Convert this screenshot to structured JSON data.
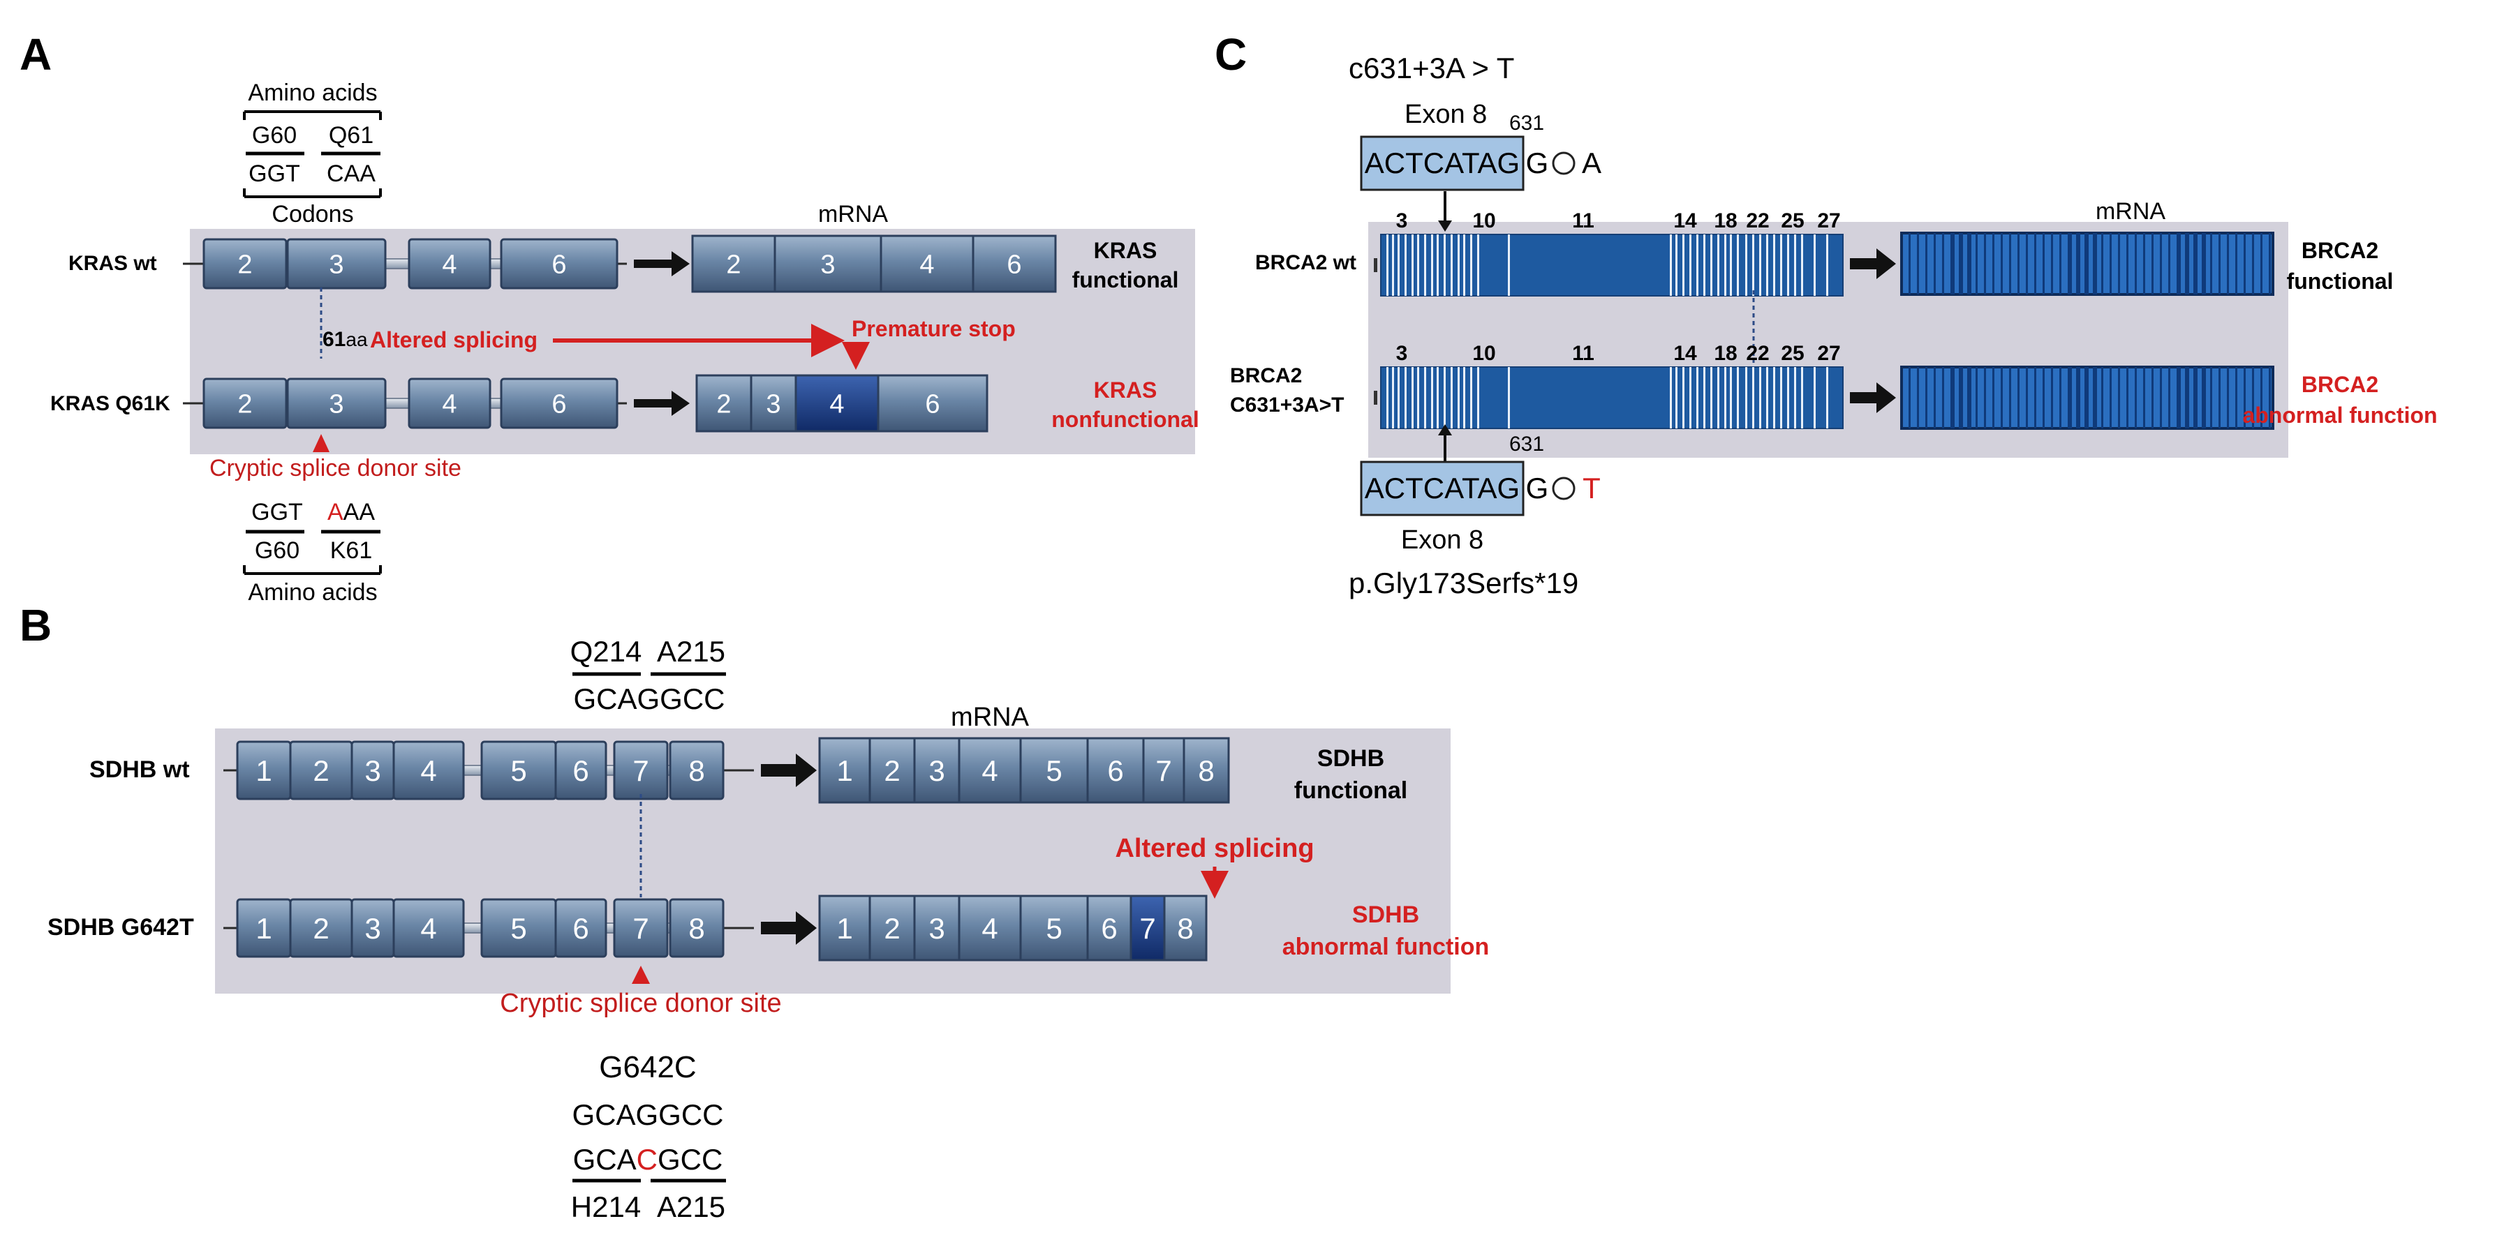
{
  "panels": {
    "a_label": "A",
    "b_label": "B",
    "c_label": "C"
  },
  "panel_a": {
    "amino_acids_top": "Amino acids",
    "aa_g60": "G60",
    "aa_q61": "Q61",
    "codon_ggt": "GGT",
    "codon_caa": "CAA",
    "codons_label": "Codons",
    "mrna_label": "mRNA",
    "wt_label": "KRAS wt",
    "mut_label": "KRAS Q61K",
    "wt_exons": [
      "2",
      "3",
      "4",
      "6"
    ],
    "wt_mrna_exons": [
      "2",
      "3",
      "4",
      "6"
    ],
    "mut_exons": [
      "2",
      "3",
      "4",
      "6"
    ],
    "mut_mrna_exons": [
      "2",
      "3",
      "4",
      "6"
    ],
    "wt_outcome_1": "KRAS",
    "wt_outcome_2": "functional",
    "mut_outcome_1": "KRAS",
    "mut_outcome_2": "nonfunctional",
    "aa61": "61",
    "aa_unit": "aa",
    "altered_splicing": "Altered splicing",
    "premature_stop": "Premature stop",
    "cryptic_site": "Cryptic splice donor site",
    "codon_ggt_bottom": "GGT",
    "codon_aaa_a": "A",
    "codon_aaa_rest": "AA",
    "aa_g60_bottom": "G60",
    "aa_k61": "K61",
    "amino_acids_bottom": "Amino acids"
  },
  "panel_b": {
    "aa_q214": "Q214",
    "aa_a215": "A215",
    "seq_top": "GCAGGCC",
    "mrna_label": "mRNA",
    "wt_label": "SDHB wt",
    "mut_label": "SDHB G642T",
    "exons": [
      "1",
      "2",
      "3",
      "4",
      "5",
      "6",
      "7",
      "8"
    ],
    "mrna_exons": [
      "1",
      "2",
      "3",
      "4",
      "5",
      "6",
      "7",
      "8"
    ],
    "wt_outcome_1": "SDHB",
    "wt_outcome_2": "functional",
    "mut_outcome_1": "SDHB",
    "mut_outcome_2": "abnormal function",
    "altered_splicing": "Altered splicing",
    "cryptic_site": "Cryptic splice donor site",
    "variant": "G642C",
    "seq_wt": "GCAGGCC",
    "seq_mut_pre": "GCA",
    "seq_mut_change": "C",
    "seq_mut_post": "GCC",
    "aa_h214": "H214",
    "aa_a215_bottom": "A215"
  },
  "panel_c": {
    "variant_top": "c631+3A > T",
    "exon8_top": "Exon 8",
    "pos_top": "631",
    "seq_exon": "ACTCATAG",
    "intron_g": "G",
    "intron_a": "A",
    "exon_numbers": [
      "3",
      "10",
      "11",
      "14",
      "18",
      "22",
      "25",
      "27"
    ],
    "mrna_label": "mRNA",
    "wt_label": "BRCA2 wt",
    "mut_label_1": "BRCA2",
    "mut_label_2": "C631+3A>T",
    "wt_outcome_1": "BRCA2",
    "wt_outcome_2": "functional",
    "mut_outcome_1": "BRCA2",
    "mut_outcome_2": "abnormal function",
    "pos_bottom": "631",
    "seq_exon_bottom": "ACTCATAG",
    "intron_g_bottom": "G",
    "intron_t": "T",
    "exon8_bottom": "Exon 8",
    "protein_change": "p.Gly173Serfs*19"
  },
  "colors": {
    "exon_fill": "#5b7594",
    "exon_dark": "#1c3e80",
    "brca_blue": "#1e5aa0",
    "red": "#d42020",
    "track_bg": "#d3d1db"
  }
}
